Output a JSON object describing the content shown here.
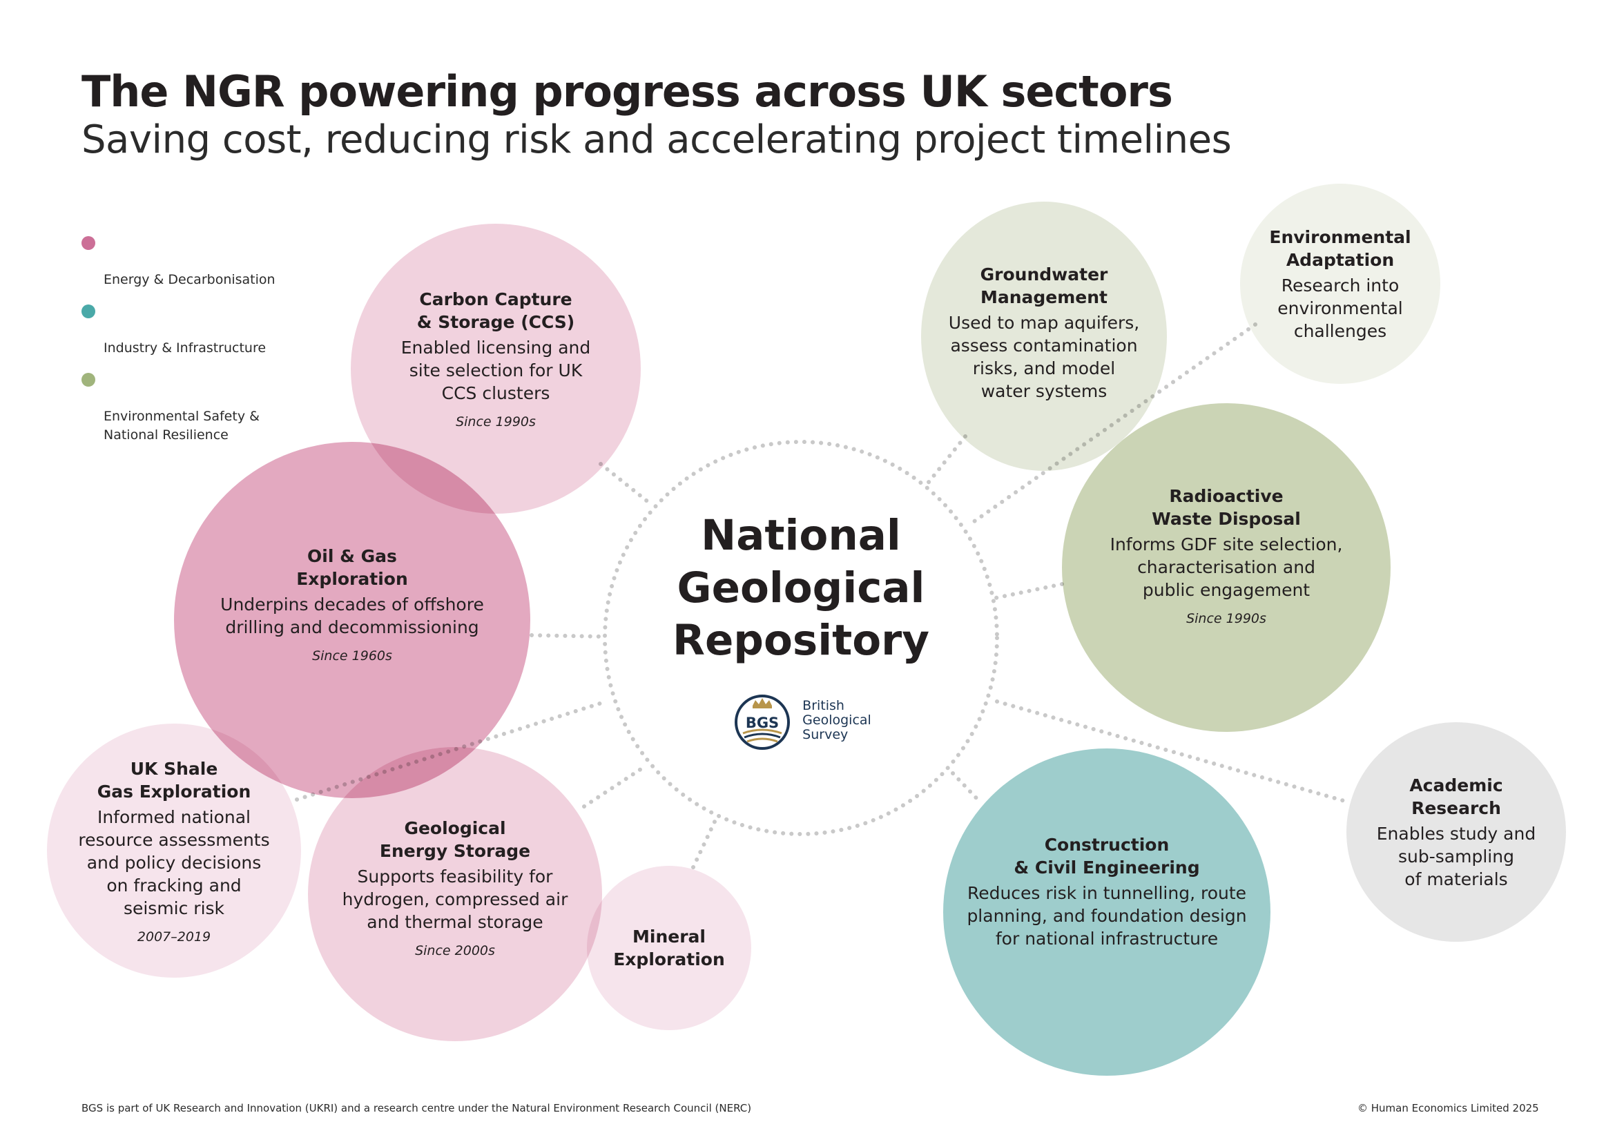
{
  "header": {
    "title": "The NGR powering progress across UK sectors",
    "subtitle": "Saving cost, reducing risk and accelerating project timelines"
  },
  "legend": [
    {
      "label": "Energy & Decarbonisation",
      "color": "#cc6f97"
    },
    {
      "label": "Industry & Infrastructure",
      "color": "#4aa9a8"
    },
    {
      "label": "Environmental Safety &\nNational Resilience",
      "color": "#a0b47c"
    }
  ],
  "center": {
    "title": "National\nGeological\nRepository",
    "logo_text": "BGS",
    "logo_name": "British\nGeological\nSurvey"
  },
  "circles": {
    "ccs": {
      "title": "Carbon Capture\n& Storage (CCS)",
      "desc": "Enabled licensing and\nsite selection for UK\nCCS clusters",
      "since": "Since 1990s",
      "color": "#f1d2de"
    },
    "oil_gas": {
      "title": "Oil & Gas\nExploration",
      "desc": "Underpins decades of offshore\ndrilling and decommissioning",
      "since": "Since 1960s",
      "color": "#e3a9c0"
    },
    "shale": {
      "title": "UK Shale\nGas Exploration",
      "desc": "Informed national\nresource assessments\nand policy decisions\non fracking and\nseismic risk",
      "since": "2007–2019",
      "color": "#f6e4ec"
    },
    "storage": {
      "title": "Geological\nEnergy Storage",
      "desc": "Supports feasibility for\nhydrogen, compressed air\nand thermal storage",
      "since": "Since 2000s",
      "color": "#f1d2de"
    },
    "mineral": {
      "title": "Mineral\nExploration",
      "desc": "",
      "since": "",
      "color": "#f6e4ec"
    },
    "groundwater": {
      "title": "Groundwater\nManagement",
      "desc": "Used to map aquifers,\nassess contamination\nrisks, and model\nwater systems",
      "since": "",
      "color": "#e4e8da"
    },
    "env_adapt": {
      "title": "Environmental\nAdaptation",
      "desc": "Research into\nenvironmental\nchallenges",
      "since": "",
      "color": "#f0f2ea"
    },
    "radioactive": {
      "title": "Radioactive\nWaste Disposal",
      "desc": "Informs GDF site selection,\ncharacterisation and\npublic engagement",
      "since": "Since 1990s",
      "color": "#cbd4b5"
    },
    "construction": {
      "title": "Construction\n& Civil Engineering",
      "desc": "Reduces risk in tunnelling, route\nplanning, and foundation design\nfor national infrastructure",
      "since": "",
      "color": "#9ecdcc"
    },
    "academic": {
      "title": "Academic\nResearch",
      "desc": "Enables study and\nsub-sampling\nof materials",
      "since": "",
      "color": "#e6e6e6"
    }
  },
  "footer": {
    "left": "BGS is part of UK Research and Innovation (UKRI) and a research centre under the Natural Environment Research Council (NERC)",
    "right": "© Human Economics Limited 2025"
  }
}
